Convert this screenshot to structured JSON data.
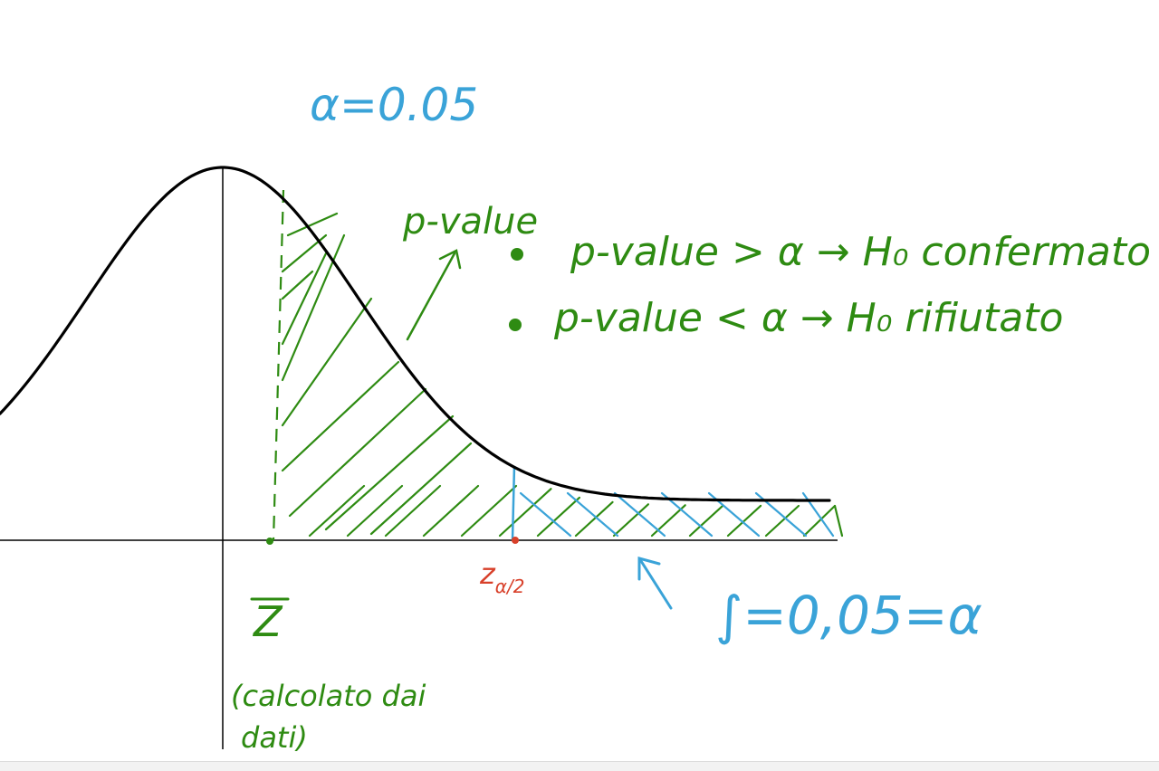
{
  "alpha_label": "α=0.05",
  "pvalue_label": "p-value",
  "rules": [
    "p-value > α → H₀ confermato",
    "p-value < α → H₀ rifiutato"
  ],
  "z_label": "Z",
  "z_note_line1": "(calcolato dai",
  "z_note_line2": "dati)",
  "critical_label": "z",
  "critical_sub": "α/2",
  "integral_label": "∫=0,05=α",
  "colors": {
    "curve": "#000000",
    "axes": "#000000",
    "green": "#2e8b12",
    "blue": "#3aa3d8",
    "red": "#d8402a"
  }
}
